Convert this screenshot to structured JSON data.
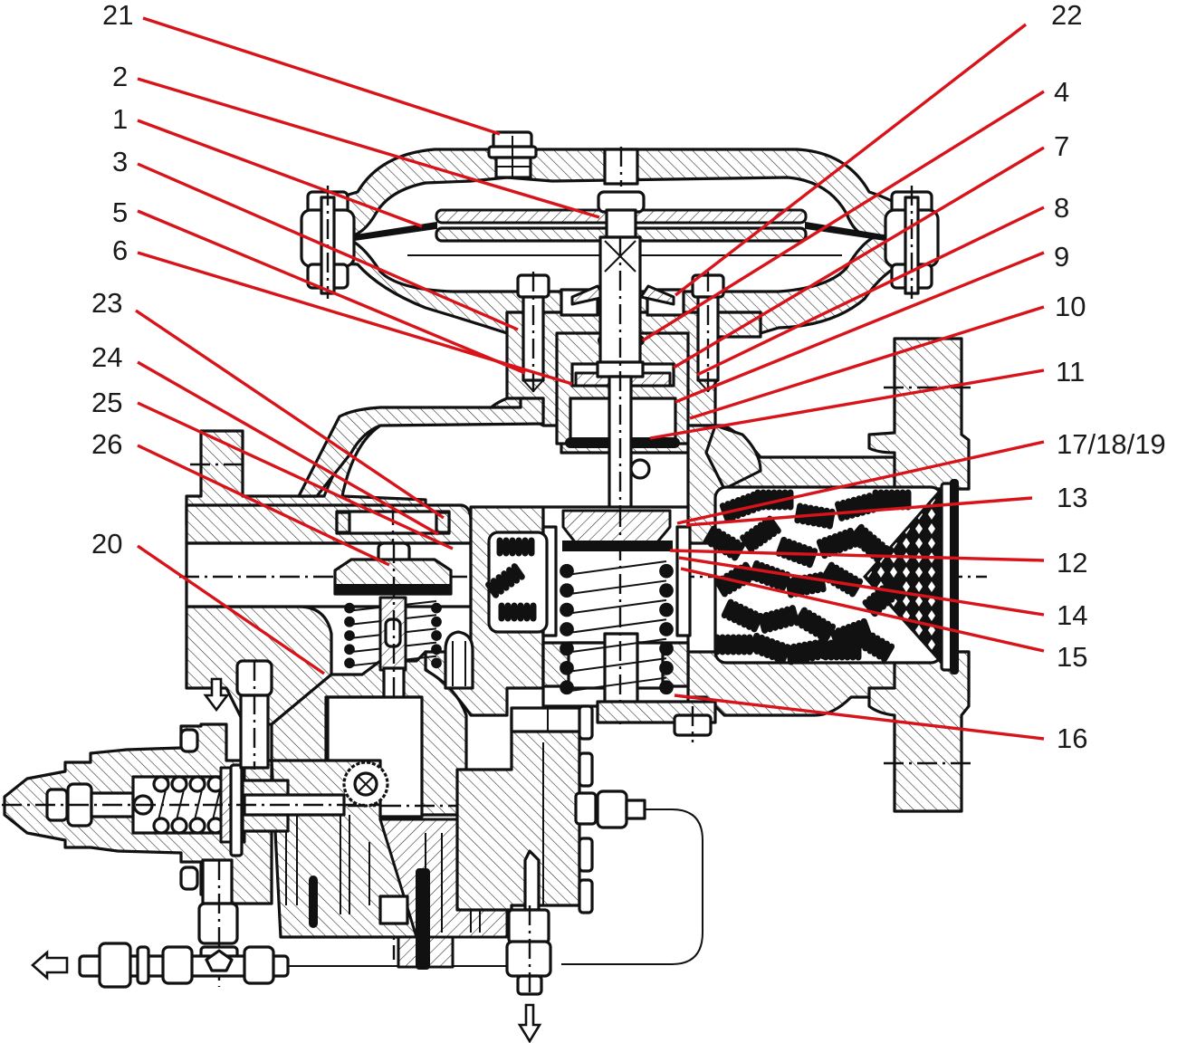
{
  "diagram": {
    "type": "sectional-drawing",
    "subject": "gas pressure regulator with pilot and filter (cross-section)",
    "colors": {
      "leader_line": "#d8141b",
      "outline": "#111111",
      "label_text": "#1a1a1a",
      "background": "#ffffff"
    },
    "flow_arrows": [
      {
        "name": "pilot-supply-arrow",
        "direction": "down"
      },
      {
        "name": "vent-outlet-arrow",
        "direction": "left"
      },
      {
        "name": "drain-outlet-arrow",
        "direction": "down"
      }
    ]
  },
  "callouts": {
    "left": [
      {
        "label": "21"
      },
      {
        "label": "2"
      },
      {
        "label": "1"
      },
      {
        "label": "3"
      },
      {
        "label": "5"
      },
      {
        "label": "6"
      },
      {
        "label": "23"
      },
      {
        "label": "24"
      },
      {
        "label": "25"
      },
      {
        "label": "26"
      },
      {
        "label": "20"
      }
    ],
    "right": [
      {
        "label": "22"
      },
      {
        "label": "4"
      },
      {
        "label": "7"
      },
      {
        "label": "8"
      },
      {
        "label": "9"
      },
      {
        "label": "10"
      },
      {
        "label": "11"
      },
      {
        "label": "17/18/19"
      },
      {
        "label": "13"
      },
      {
        "label": "12"
      },
      {
        "label": "14"
      },
      {
        "label": "15"
      },
      {
        "label": "16"
      }
    ]
  }
}
